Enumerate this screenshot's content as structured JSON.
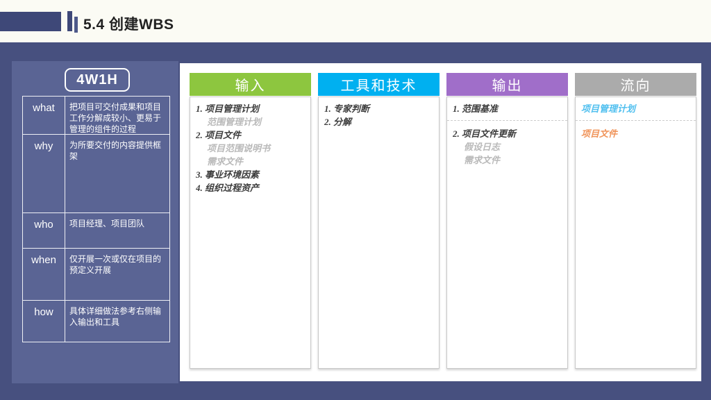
{
  "title": {
    "text": "5.4 创建WBS"
  },
  "panel_4w1h": {
    "badge": "4W1H",
    "rows": [
      {
        "label": "what",
        "desc": "把项目可交付成果和项目工作分解成较小、更易于管理的组件的过程"
      },
      {
        "label": "why",
        "desc": "为所要交付的内容提供框架"
      },
      {
        "label": "who",
        "desc": "项目经理、项目团队"
      },
      {
        "label": "when",
        "desc": "仅开展一次或仅在项目的预定义开展"
      },
      {
        "label": "how",
        "desc": "具体详细做法参考右侧输入输出和工具"
      }
    ]
  },
  "columns": [
    {
      "header": "输入",
      "header_color": "#8DC63F",
      "items": [
        "1. 项目管理计划",
        "范围管理计划",
        "2. 项目文件",
        "项目范围说明书",
        "需求文件",
        "3. 事业环境因素",
        "4. 组织过程资产"
      ]
    },
    {
      "header": "工具和技术",
      "header_color": "#00B0F0",
      "items": [
        "1. 专家判断",
        "2. 分解"
      ]
    },
    {
      "header": "输出",
      "header_color": "#A06EC9",
      "items": [
        "1. 范围基准",
        "2. 项目文件更新",
        "假设日志",
        "需求文件"
      ]
    },
    {
      "header": "流向",
      "header_color": "#ABABAB",
      "items": [
        "项目管理计划",
        "项目文件"
      ]
    }
  ],
  "colors": {
    "background_band": "#47507F",
    "left_panel": "#5A6494",
    "title_accent": "#3E4878",
    "slide_background": "#FBFBF4",
    "flow_link_blue": "#4FBFEF",
    "flow_link_orange": "#F0945A",
    "sub_item_gray": "#B9B9B9"
  }
}
